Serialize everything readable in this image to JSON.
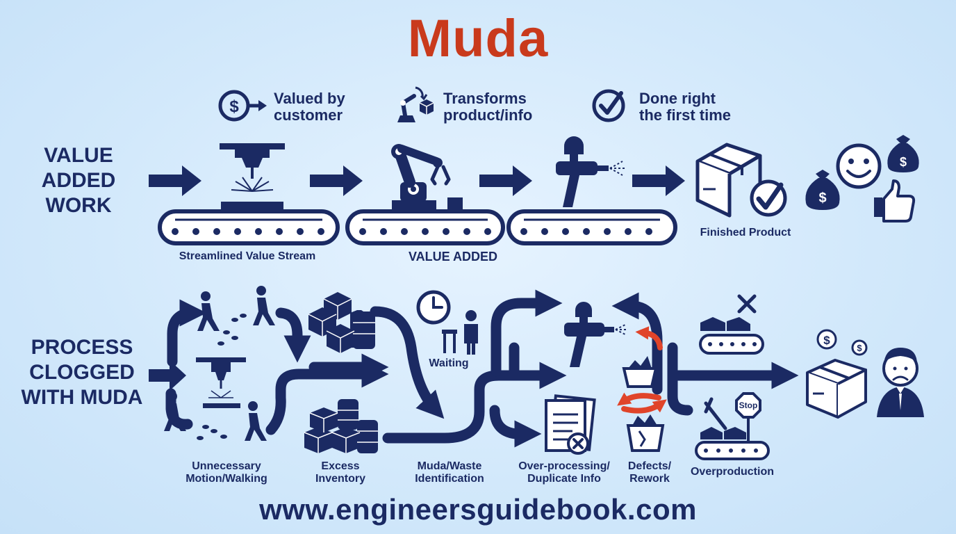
{
  "title": "Muda",
  "legend": [
    {
      "text": "Valued by customer",
      "line1": "Valued by",
      "line2": "customer",
      "icon": "dollar-arrow-icon"
    },
    {
      "text": "Transforms product/info",
      "line1": "Transforms",
      "line2": "product/info",
      "icon": "robot-arm-box-icon"
    },
    {
      "text": "Done right the first time",
      "line1": "Done right",
      "line2": "the first time",
      "icon": "check-circle-icon"
    }
  ],
  "value_added": {
    "heading_line1": "VALUE",
    "heading_line2": "ADDED",
    "heading_line3": "WORK",
    "stream_label": "Streamlined Value Stream",
    "center_label": "VALUE ADDED",
    "product_label": "Finished Product"
  },
  "muda": {
    "heading_line1": "PROCESS",
    "heading_line2": "CLOGGED",
    "heading_line3": "WITH MUDA",
    "waiting": "Waiting",
    "stop_sign": "Stop",
    "wastes": [
      {
        "line1": "Unnecessary",
        "line2": "Motion/Walking"
      },
      {
        "line1": "Excess",
        "line2": "Inventory"
      },
      {
        "line1": "Muda/Waste",
        "line2": "Identification"
      },
      {
        "line1": "Over-processing/",
        "line2": "Duplicate Info"
      },
      {
        "line1": "Defects/",
        "line2": "Rework"
      },
      {
        "line1": "Overproduction",
        "line2": ""
      }
    ]
  },
  "footer_url": "www.engineersguidebook.com",
  "colors": {
    "navy": "#1b2a63",
    "title_red": "#c93a1c",
    "accent_red": "#e0442a",
    "background": "#d3e9fb"
  }
}
